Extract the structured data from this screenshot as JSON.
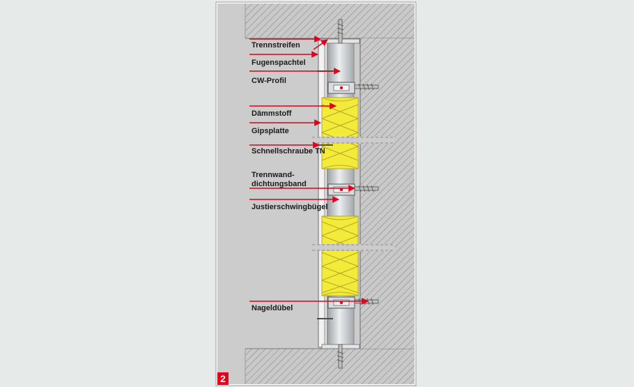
{
  "figure": {
    "number": "2",
    "colors": {
      "background": "#e6ebea",
      "frame": "#c8c8c8",
      "concrete": "#bdbdbd",
      "hatch": "#8c8c8c",
      "insulation": "#f3ea3a",
      "profile": "#cfd2d4",
      "arrow": "#e2001a",
      "badge": "#e2001a"
    }
  },
  "labels": [
    {
      "id": "trennstreifen",
      "text": "Trennstreifen"
    },
    {
      "id": "fugenspachtel",
      "text": "Fugenspachtel"
    },
    {
      "id": "cw-profil",
      "text": "CW-Profil"
    },
    {
      "id": "daemmstoff",
      "text": "Dämmstoff"
    },
    {
      "id": "gipsplatte",
      "text": "Gipsplatte"
    },
    {
      "id": "schnellschraube",
      "text": "Schnellschraube TN"
    },
    {
      "id": "trennwand-1",
      "text": "Trennwand-"
    },
    {
      "id": "trennwand-2",
      "text": "dichtungsband"
    },
    {
      "id": "justierschwingbuegel",
      "text": "Justierschwingbügel"
    },
    {
      "id": "nageldeubel",
      "text": "Nageldübel"
    }
  ],
  "icons": {
    "screw": "screw-icon",
    "dowel": "dowel-icon",
    "arrow": "arrow-icon"
  }
}
